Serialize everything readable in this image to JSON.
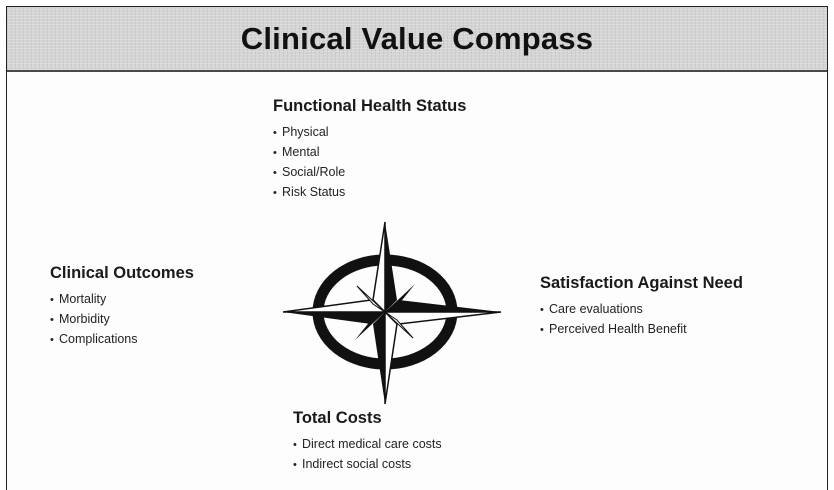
{
  "title": "Clinical Value Compass",
  "sections": {
    "functional": {
      "heading": "Functional Health Status",
      "items": [
        "Physical",
        "Mental",
        "Social/Role",
        "Risk Status"
      ]
    },
    "clinical": {
      "heading": "Clinical Outcomes",
      "items": [
        "Mortality",
        "Morbidity",
        "Complications"
      ]
    },
    "satisfaction": {
      "heading": "Satisfaction Against Need",
      "items": [
        "Care evaluations",
        "Perceived Health Benefit"
      ]
    },
    "costs": {
      "heading": "Total Costs",
      "items": [
        "Direct medical care costs",
        "Indirect social costs"
      ]
    }
  },
  "colors": {
    "title_band": "#d4d4d4",
    "ink": "#1a1a1a",
    "compass_dark": "#111111",
    "compass_light": "#ffffff"
  },
  "icons": {
    "compass": "compass-rose-icon"
  }
}
